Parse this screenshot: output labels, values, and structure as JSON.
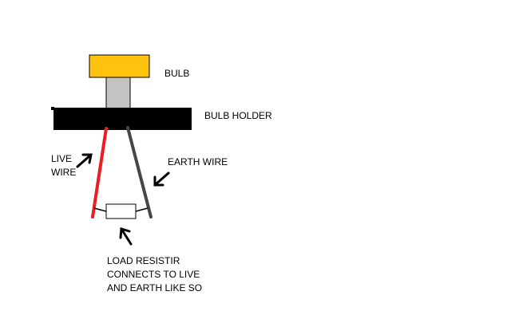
{
  "labels": {
    "bulb": "BULB",
    "bulb_holder": "BULB HOLDER",
    "live_wire": "LIVE\nWIRE",
    "earth_wire": "EARTH WIRE",
    "load_resistor": "LOAD RESISTIR\nCONNECTS TO LIVE\nAND EARTH LIKE SO"
  },
  "colors": {
    "bulb": "#FFC20E",
    "bulb_base": "#C3C3C3",
    "holder": "#000000",
    "live_wire": "#ED1C24",
    "earth_wire": "#464646",
    "resistor": "#FFFFFF",
    "outline": "#000000"
  }
}
